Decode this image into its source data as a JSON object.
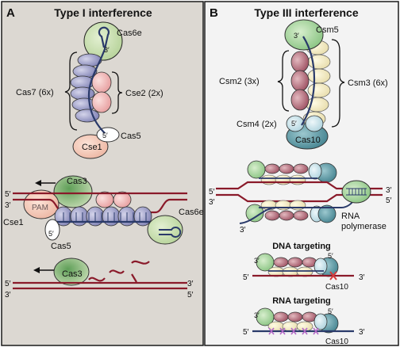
{
  "panel_a": {
    "letter": "A",
    "title": "Type I interference",
    "labels": {
      "cas6e_top": "Cas6e",
      "three_prime_top": "3′",
      "cas7": "Cas7 (6x)",
      "cse2": "Cse2 (2x)",
      "five_prime_top": "5′",
      "cas5_top": "Cas5",
      "cse1_top": "Cse1",
      "cas3_mid": "Cas3",
      "five_prime_dna_mid": "5′",
      "three_prime_dna_mid": "3′",
      "pam": "PAM",
      "cse1_mid": "Cse1",
      "five_prime_cas5_mid": "5′",
      "cas5_mid": "Cas5",
      "cas6e_mid": "Cas6e",
      "cas3_bottom": "Cas3",
      "five_prime_bottom": "5′",
      "three_prime_bottom_left": "3′",
      "three_prime_bottom_right": "3′",
      "five_prime_bottom_right": "5′"
    }
  },
  "panel_b": {
    "letter": "B",
    "title": "Type III interference",
    "labels": {
      "csm5": "Csm5",
      "three_prime_top": "3′",
      "csm2": "Csm2 (3x)",
      "csm3": "Csm3 (6x)",
      "csm4": "Csm4 (2x)",
      "five_prime_top": "5′",
      "cas10_top": "Cas10",
      "five_prime_dna_left": "5′",
      "three_prime_dna_left": "3′",
      "three_prime_dna_right": "3′",
      "five_prime_dna_right": "5′",
      "three_prime_lower": "3′",
      "rna_polymerase_1": "RNA",
      "rna_polymerase_2": "polymerase",
      "dna_targeting": "DNA targeting",
      "dna_three_prime_left": "3′",
      "dna_five_prime_right": "5′",
      "dna_five_prime_left": "5′",
      "dna_three_prime_right": "3′",
      "dna_cas10": "Cas10",
      "rna_targeting": "RNA targeting",
      "rna_three_prime_left": "3′",
      "rna_five_prime_right": "5′",
      "rna_five_prime_left": "5′",
      "rna_three_prime_right": "3′",
      "rna_cas10": "Cas10"
    }
  },
  "colors": {
    "panel_a_bg": "#dcd8d2",
    "panel_b_bg": "#f3f3f3",
    "border": "#1a1a1a",
    "crrna": "#2a3a6a",
    "dna": "#8a1a2a",
    "cas7": "#9fa0c8",
    "cse2": "#f0b9b8",
    "cas6e": "#cfe3b8",
    "cse1": "#f5c9b8",
    "cas3": "#5e9a5a",
    "csm2": "#b76b7a",
    "csm3": "#f6efc6",
    "csm5": "#a7d6a0",
    "cas10": "#5a9aa4",
    "csm4": "#c6e2ea",
    "cut": "#d63a3a"
  }
}
